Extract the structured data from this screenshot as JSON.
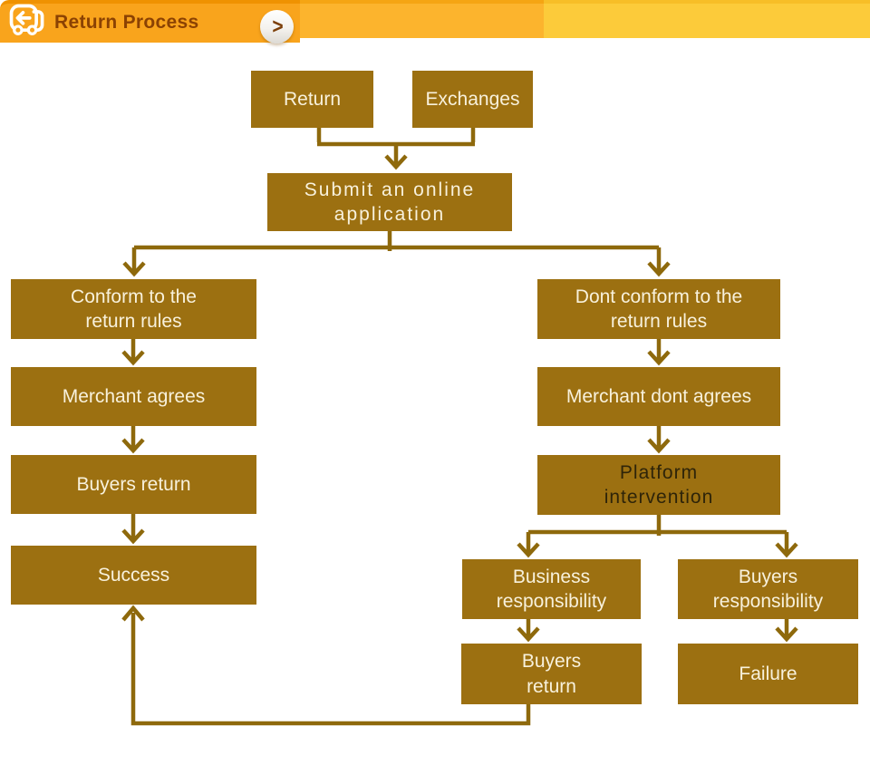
{
  "header": {
    "title": "Return Process",
    "nav_arrow": ">"
  },
  "nodes": {
    "return": {
      "label": "Return"
    },
    "exchanges": {
      "label": "Exchanges"
    },
    "submit": {
      "label": "Submit an online\napplication"
    },
    "conform": {
      "label": "Conform to the\nreturn rules"
    },
    "dont_conform": {
      "label": "Dont conform to the\nreturn rules"
    },
    "merchant_agrees": {
      "label": "Merchant agrees"
    },
    "merchant_dont_agrees": {
      "label": "Merchant dont agrees"
    },
    "buyers_return_left": {
      "label": "Buyers return"
    },
    "platform": {
      "label": "Platform\nintervention"
    },
    "success": {
      "label": "Success"
    },
    "business_resp": {
      "label": "Business\nresponsibility"
    },
    "buyers_resp": {
      "label": "Buyers\nresponsibility"
    },
    "buyers_return_mid": {
      "label": "Buyers\nreturn"
    },
    "failure": {
      "label": "Failure"
    }
  },
  "edges": [
    [
      "return",
      "submit"
    ],
    [
      "exchanges",
      "submit"
    ],
    [
      "submit",
      "conform"
    ],
    [
      "submit",
      "dont_conform"
    ],
    [
      "conform",
      "merchant_agrees"
    ],
    [
      "merchant_agrees",
      "buyers_return_left"
    ],
    [
      "buyers_return_left",
      "success"
    ],
    [
      "dont_conform",
      "merchant_dont_agrees"
    ],
    [
      "merchant_dont_agrees",
      "platform"
    ],
    [
      "platform",
      "business_resp"
    ],
    [
      "platform",
      "buyers_resp"
    ],
    [
      "business_resp",
      "buyers_return_mid"
    ],
    [
      "buyers_resp",
      "failure"
    ],
    [
      "buyers_return_mid",
      "success"
    ]
  ],
  "colors": {
    "node_fill": "#9C7011",
    "node_text": "#F8F1DC",
    "node_text_dark": "#2E2409",
    "connector": "#8E690C",
    "header_tab": "#F9A41C",
    "header_mid": "#FCB42D",
    "header_right": "#FCCB3A",
    "header_title_text": "#8B4203"
  }
}
